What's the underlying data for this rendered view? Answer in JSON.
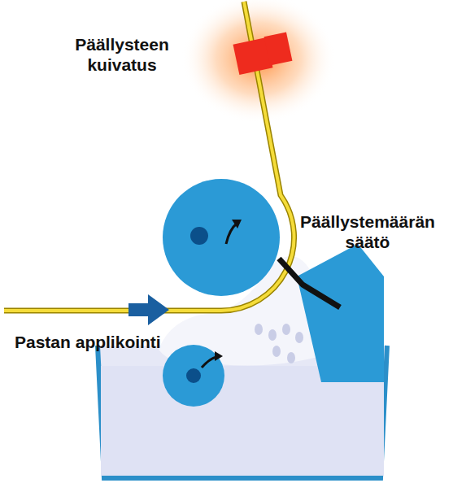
{
  "diagram": {
    "labels": [
      "Päällysteen kuivatus",
      "Päällystemäärän säätö",
      "Pastan applikointi"
    ]
  }
}
